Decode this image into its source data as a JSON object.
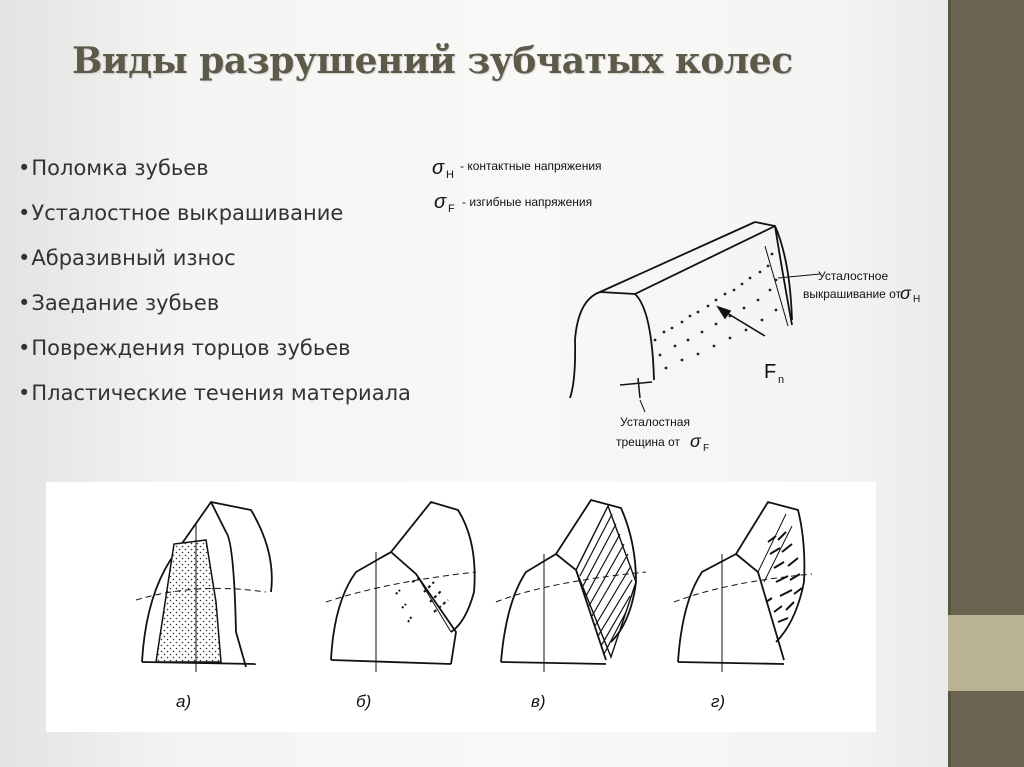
{
  "slide": {
    "title": "Виды разрушений зубчатых колес",
    "bullets": [
      "Поломка зубьев",
      "Усталостное выкрашивание",
      "Абразивный износ",
      "Заедание зубьев",
      "Повреждения торцов зубьев",
      "Пластические течения материала"
    ],
    "bullet_marker": "•"
  },
  "top_diagram": {
    "legend": [
      {
        "symbol": "σ",
        "subscript": "H",
        "text": "- контактные напряжения"
      },
      {
        "symbol": "σ",
        "subscript": "F",
        "text": "- изгибные напряжения"
      }
    ],
    "label_pitting_line1": "Усталостное",
    "label_pitting_line2": "выкрашивание от",
    "label_pitting_symbol": "σ",
    "label_pitting_sub": "H",
    "force_label": "F",
    "force_sub": "n",
    "crack_label_line1": "Усталостная",
    "crack_label_line2": "трещина от",
    "crack_label_symbol": "σ",
    "crack_label_sub": "F"
  },
  "bottom_diagram": {
    "captions": [
      "а)",
      "б)",
      "в)",
      "г)"
    ]
  },
  "colors": {
    "title": "#5d5a4a",
    "text": "#333333",
    "side_bar": "#6b6450",
    "side_accent": "#b9b394"
  }
}
